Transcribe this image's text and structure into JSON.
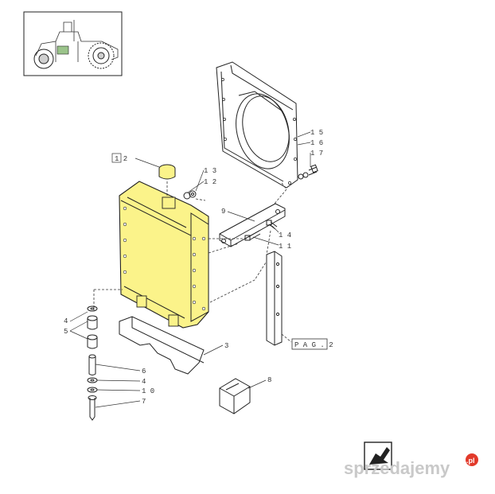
{
  "callouts": {
    "c12": "1 2",
    "c13": "1 3",
    "c12b": "1 2",
    "c15": "1 5",
    "c16": "1 6",
    "c17": "1 7",
    "c9": "9",
    "c14": "1 4",
    "c11": "1 1",
    "c4a": "4",
    "c5": "5",
    "c3": "3",
    "c6": "6",
    "c4b": "4",
    "c10": "1 0",
    "c7": "7",
    "c8": "8",
    "pag": "P A G . 2"
  },
  "watermark": {
    "text": "sprzedajemy",
    "suffix": ".pl"
  },
  "colors": {
    "highlight": "#fbf38a",
    "line": "#222222"
  }
}
